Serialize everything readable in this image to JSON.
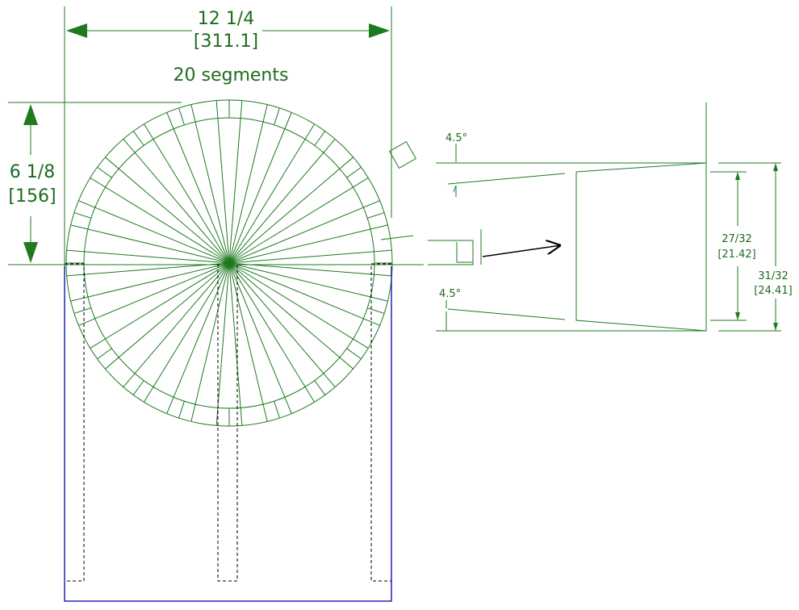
{
  "colors": {
    "line": "#1e7a1e",
    "text": "#1e6b1e",
    "leg": "#2222bb",
    "dashed": "#000000",
    "arrow": "#000000"
  },
  "labels": {
    "width_imperial": "12 1/4",
    "width_metric": "[311.1]",
    "segment_count": "20 segments",
    "height_imperial": "6 1/8",
    "height_metric": "[156]",
    "angle_top": "4.5°",
    "angle_bottom": "4.5°",
    "inner_height_imperial": "27/32",
    "inner_height_metric": "[21.42]",
    "outer_height_imperial": "31/32",
    "outer_height_metric": "[24.41]"
  },
  "wheel": {
    "segments": 20,
    "spokes": 40
  }
}
